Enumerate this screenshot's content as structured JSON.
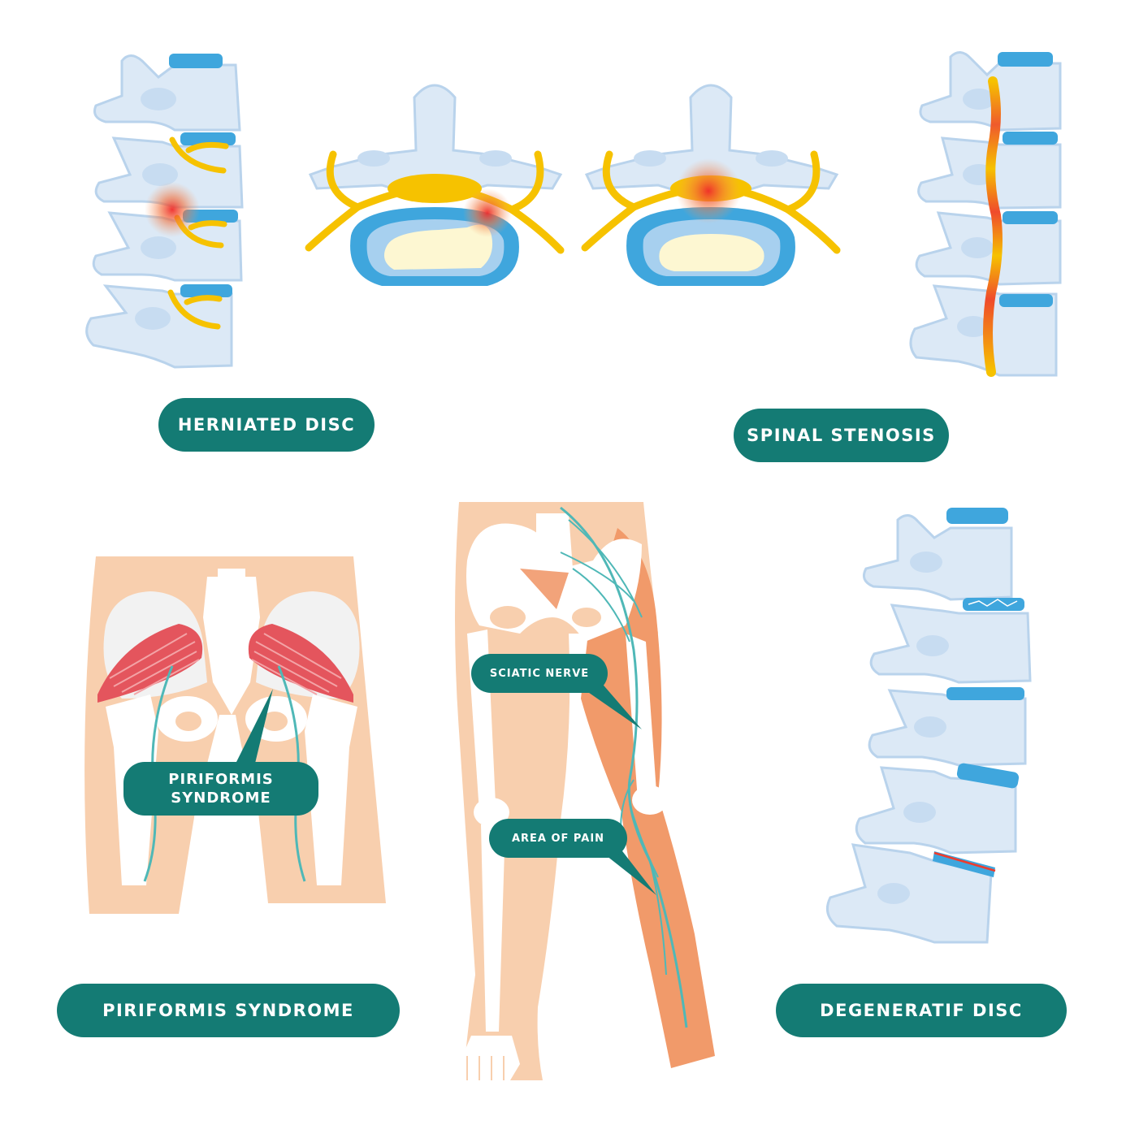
{
  "labels": {
    "herniated_disc": "HERNIATED DISC",
    "spinal_stenosis": "SPINAL STENOSIS",
    "piriformis_syndrome": "PIRIFORMIS SYNDROME",
    "degeneratif_disc": "DEGENERATIF DISC"
  },
  "callouts": {
    "piriformis": "PIRIFORMIS\nSYNDROME",
    "sciatic_nerve": "SCIATIC NERVE",
    "area_of_pain": "AREA OF PAIN"
  },
  "colors": {
    "teal": "#147b74",
    "bone": "#dce9f6",
    "disc": "#3fa6dd",
    "nerve": "#f6c200",
    "skin": "#f8cfae",
    "pain_leg": "#f19a6a",
    "muscle": "#e4555d",
    "sciatic": "#4fb8b7",
    "inflammation": "#ef3b2c"
  }
}
